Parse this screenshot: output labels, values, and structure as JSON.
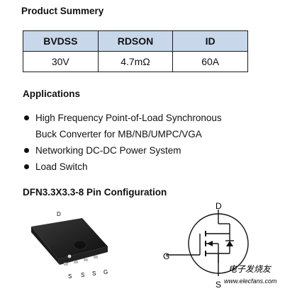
{
  "summary": {
    "heading": "Product Summery",
    "headers": [
      "BVDSS",
      "RDSON",
      "ID"
    ],
    "values": [
      "30V",
      "4.7mΩ",
      "60A"
    ],
    "header_bg": "#c8d7ea"
  },
  "applications": {
    "heading": "Applications",
    "items": [
      "High Frequency Point-of-Load Synchronous",
      "Buck Converter for MB/NB/UMPC/VGA",
      "Networking DC-DC Power System",
      "Load Switch"
    ]
  },
  "pinconfig": {
    "heading": "DFN3.3X3.3-8 Pin Configuration",
    "package_top_label": "D",
    "package_pins": [
      "S",
      "S",
      "S",
      "G"
    ],
    "symbol_drain": "D",
    "symbol_gate": "G",
    "symbol_source": "S",
    "watermark": "电子发烧友",
    "watermark_url": "www.elecfans.com"
  }
}
